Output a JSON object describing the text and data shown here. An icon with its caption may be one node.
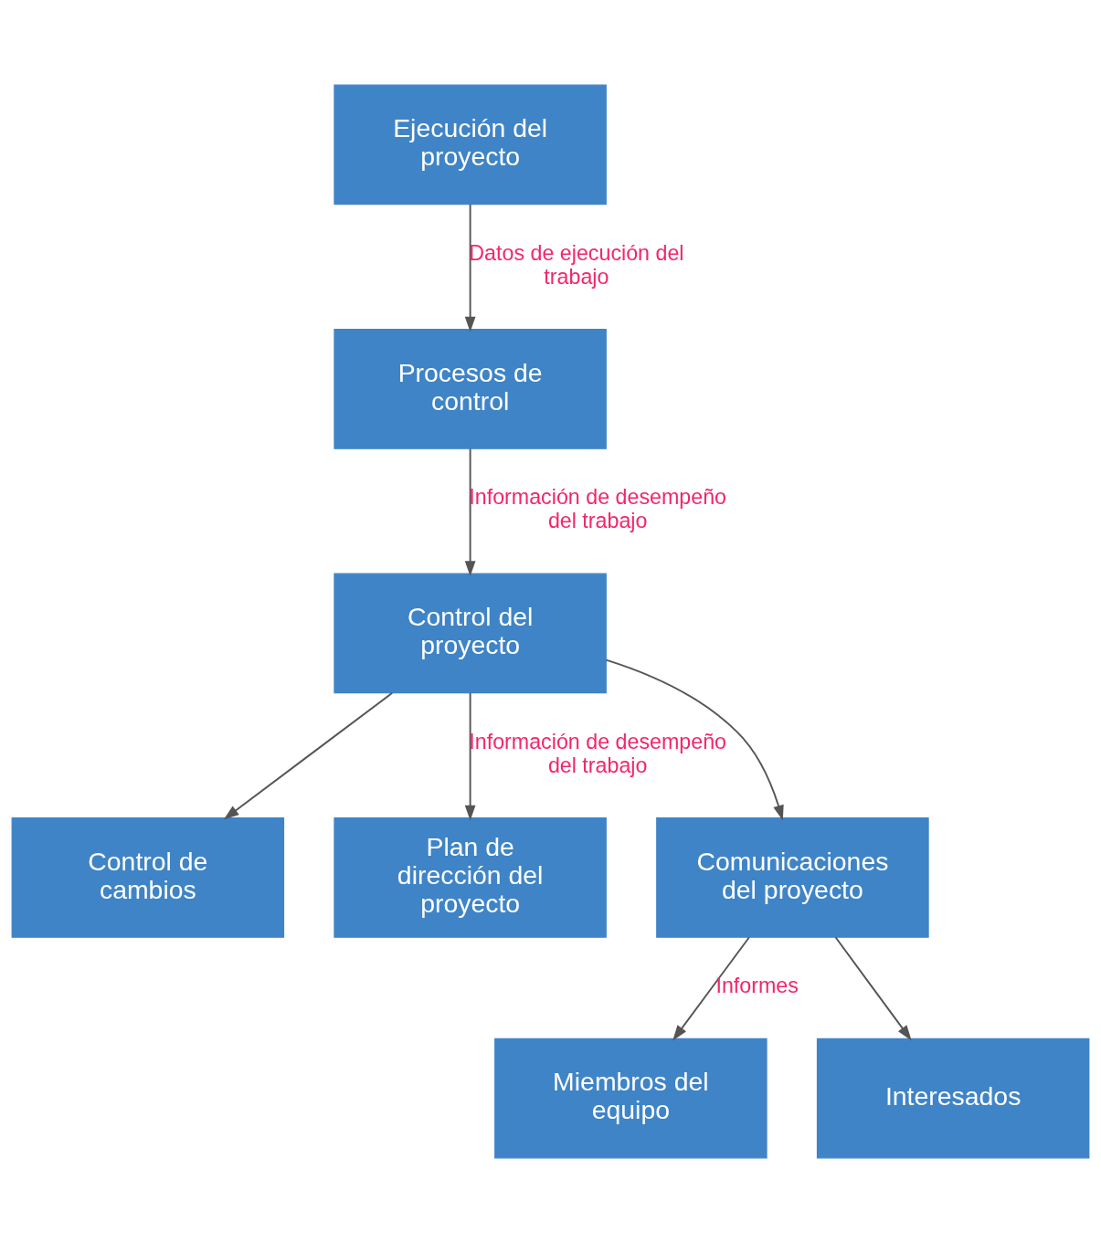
{
  "diagram": {
    "nodes": [
      {
        "text": [
          "Ejecución del proyecto"
        ]
      },
      {
        "text": [
          "Procesos de control"
        ]
      },
      {
        "text": [
          "Control del proyecto"
        ]
      },
      {
        "text": [
          "Control de cambios"
        ]
      },
      {
        "text": [
          "Plan de dirección del proyecto"
        ]
      },
      {
        "text": [
          "Comunicaciones del proyecto"
        ]
      },
      {
        "text": [
          "Miembros del equipo"
        ]
      },
      {
        "text": [
          "Interesados"
        ]
      }
    ],
    "edges": [
      {
        "from": 0,
        "to": 1,
        "arrow": "to",
        "label": "Datos de ejecución del trabajo"
      },
      {
        "from": 1,
        "to": 2,
        "arrow": "to",
        "label": "Información de desempeño del trabajo"
      },
      {
        "from": 2,
        "to": 3,
        "arrow": "to"
      },
      {
        "from": 2,
        "to": 4,
        "arrow": "to",
        "label": "Información de desempeño del trabajo"
      },
      {
        "from": 2,
        "to": 5,
        "arrow": "to"
      },
      {
        "from": 5,
        "to": 6,
        "arrow": "to",
        "label": "Informes"
      },
      {
        "from": 5,
        "to": 7,
        "arrow": "to"
      }
    ]
  }
}
